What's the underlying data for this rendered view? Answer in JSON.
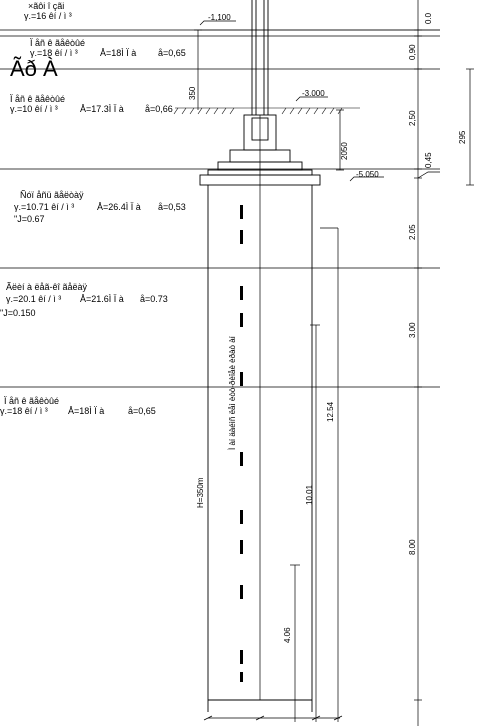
{
  "layers": [
    {
      "name": "×ãôi î çãi",
      "gamma": "γ.=16 êí / ì ³",
      "extra": []
    },
    {
      "name": "Ï åñ ê ãåêòûé",
      "gamma": "γ.=18 êí / ì ³",
      "extra": [
        "Å=18Ì Ï à",
        "å=0,65"
      ]
    },
    {
      "name": "Ï åñ ê ãåêòûé",
      "gamma": "γ.=10 êí / ì ³",
      "extra": [
        "Å=17.3Ì Ï à",
        "å=0,66"
      ]
    },
    {
      "name": "Ñóï åñü ãåëòàÿ",
      "gamma": "γ.=10.71 êí / ì ³",
      "extra": [
        "Å=26.4Ì Ï à",
        "å=0,53"
      ],
      "note": "\"J=0.67"
    },
    {
      "name": "Ãëèí à ëåã-êî ãåëàÿ",
      "gamma": "γ.=20.1 êí / ì ³",
      "extra": [
        "Å=21.6Ì Ï à",
        "å=0.73"
      ],
      "note": "\"J=0.150"
    },
    {
      "name": "Ï åñ ê ãåêòûé",
      "gamma": "γ.=18 êí / ì ³",
      "extra": [
        "Å=18Ì Ï à",
        "å=0,65"
      ]
    }
  ],
  "section_label": "Ãð À",
  "elevations": {
    "e1": "-1,100",
    "e2": "-3.000",
    "e3": "-5.050"
  },
  "dims_right": {
    "d1": "0.0",
    "d2": "0,90",
    "d3": "2,50",
    "d4": "295",
    "d5": "0,45",
    "d6": "2.05",
    "d7": "3.00",
    "d8": "8.00"
  },
  "dims_pile": {
    "d350": "350",
    "d2050": "2050",
    "h": "H=350m",
    "pile_caption": "Ì àí äàéìñ ëåì èòò-ðèîåè èðàò àí",
    "l1": "12.54",
    "l2": "10.01",
    "l3": "4.06"
  }
}
